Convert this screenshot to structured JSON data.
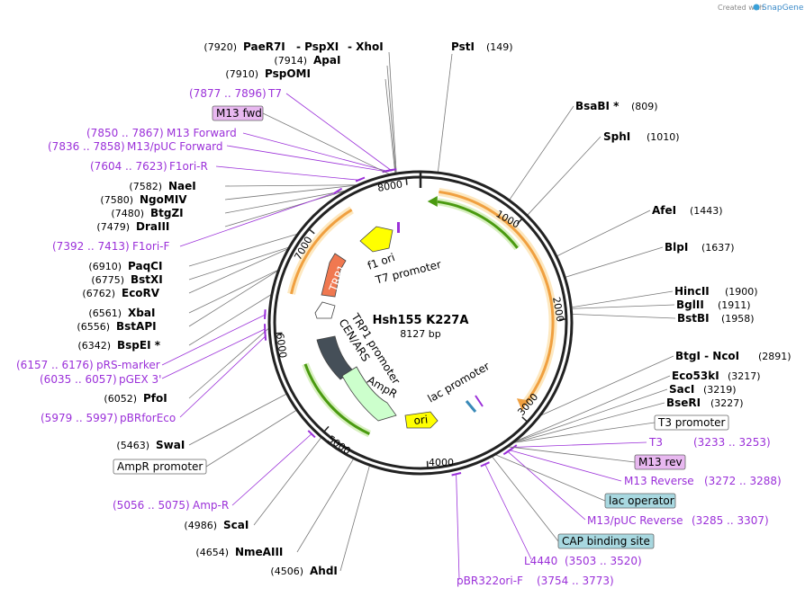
{
  "credit": {
    "prefix": "Created with",
    "brand": "SnapGene"
  },
  "plasmid": {
    "name": "Hsh155 K227A",
    "length_label": "8127 bp",
    "length": 8127
  },
  "colors": {
    "backbone": "#222222",
    "site_line": "#777777",
    "primer": "#9b30d9",
    "orange": "#f0a040",
    "green": "#4a9a10",
    "yellow": "#ffff00",
    "coral": "#f07850",
    "dark": "#454f58",
    "light_green": "#ccffcc",
    "misc_box": "#e8b8f0",
    "blue_box": "#a8d8e0"
  },
  "ticks": [
    "1000",
    "2000",
    "3000",
    "4000",
    "5000",
    "6000",
    "7000",
    "8000"
  ],
  "sites_left": [
    {
      "parts": [
        {
          "pos": "(7920)",
          "name": "PaeR7I"
        },
        {
          "pos": "",
          "name": "-  PspXI"
        },
        {
          "pos": "",
          "name": "-  XhoI"
        }
      ]
    },
    {
      "parts": [
        {
          "pos": "(7914)",
          "name": "ApaI"
        }
      ]
    },
    {
      "parts": [
        {
          "pos": "(7910)",
          "name": "PspOMI"
        }
      ]
    },
    {
      "parts": [
        {
          "pos": "(7582)",
          "name": "NaeI"
        }
      ]
    },
    {
      "parts": [
        {
          "pos": "(7580)",
          "name": "NgoMIV"
        }
      ]
    },
    {
      "parts": [
        {
          "pos": "(7480)",
          "name": "BtgZI"
        }
      ]
    },
    {
      "parts": [
        {
          "pos": "(7479)",
          "name": "DraIII"
        }
      ]
    },
    {
      "parts": [
        {
          "pos": "(6910)",
          "name": "PaqCI"
        }
      ]
    },
    {
      "parts": [
        {
          "pos": "(6775)",
          "name": "BstXI"
        }
      ]
    },
    {
      "parts": [
        {
          "pos": "(6762)",
          "name": "EcoRV"
        }
      ]
    },
    {
      "parts": [
        {
          "pos": "(6561)",
          "name": "XbaI"
        }
      ]
    },
    {
      "parts": [
        {
          "pos": "(6556)",
          "name": "BstAPI"
        }
      ]
    },
    {
      "parts": [
        {
          "pos": "(6342)",
          "name": "BspEI *"
        }
      ]
    },
    {
      "parts": [
        {
          "pos": "(6052)",
          "name": "PfoI"
        }
      ]
    },
    {
      "parts": [
        {
          "pos": "(5463)",
          "name": "SwaI"
        }
      ]
    },
    {
      "parts": [
        {
          "pos": "(4986)",
          "name": "ScaI"
        }
      ]
    },
    {
      "parts": [
        {
          "pos": "(4654)",
          "name": "NmeAIII"
        }
      ]
    },
    {
      "parts": [
        {
          "pos": "(4506)",
          "name": "AhdI"
        }
      ]
    }
  ],
  "sites_right": [
    {
      "name": "PstI",
      "pos": "(149)"
    },
    {
      "name": "BsaBI *",
      "pos": "(809)"
    },
    {
      "name": "SphI",
      "pos": "(1010)"
    },
    {
      "name": "AfeI",
      "pos": "(1443)"
    },
    {
      "name": "BlpI",
      "pos": "(1637)"
    },
    {
      "name": "HincII",
      "pos": "(1900)"
    },
    {
      "name": "BglII",
      "pos": "(1911)"
    },
    {
      "name": "BstBI",
      "pos": "(1958)"
    },
    {
      "name": "BtgI  -  NcoI",
      "pos": "(2891)"
    },
    {
      "name": "Eco53kI",
      "pos": "(3217)"
    },
    {
      "name": "SacI",
      "pos": "(3219)"
    },
    {
      "name": "BseRI",
      "pos": "(3227)"
    }
  ],
  "primers_left": [
    {
      "range": "(7877 .. 7896)",
      "name": "T7"
    },
    {
      "range": "(7850 .. 7867)",
      "name": "M13 Forward"
    },
    {
      "range": "(7836 .. 7858)",
      "name": "M13/pUC Forward"
    },
    {
      "range": "(7604 .. 7623)",
      "name": "F1ori-R"
    },
    {
      "range": "(7392 .. 7413)",
      "name": "F1ori-F"
    },
    {
      "range": "(6157 .. 6176)",
      "name": "pRS-marker"
    },
    {
      "range": "(6035 .. 6057)",
      "name": "pGEX 3'"
    },
    {
      "range": "(5979 .. 5997)",
      "name": "pBRforEco"
    },
    {
      "range": "(5056 .. 5075)",
      "name": "Amp-R"
    }
  ],
  "primers_right": [
    {
      "name": "T3",
      "range": "(3233 .. 3253)"
    },
    {
      "name": "M13 Reverse",
      "range": "(3272 .. 3288)"
    },
    {
      "name": "M13/pUC Reverse",
      "range": "(3285 .. 3307)"
    },
    {
      "name": "L4440",
      "range": "(3503 .. 3520)"
    },
    {
      "name": "pBR322ori-F",
      "range": "(3754 .. 3773)"
    }
  ],
  "boxes": {
    "m13_fwd": "M13 fwd",
    "ampr_promoter": "AmpR promoter",
    "t3_promoter": "T3 promoter",
    "m13_rev": "M13 rev",
    "lac_operator": "lac operator",
    "cap_site": "CAP binding site"
  },
  "features": {
    "f1_ori": "f1 ori",
    "t7_promoter": "T7 promoter",
    "trp1": "TRP1",
    "trp1_promoter": "TRP1 promoter",
    "cen_ars": "CEN/ARS",
    "ampr": "AmpR",
    "lac_promoter": "lac promoter",
    "ori": "ori"
  }
}
